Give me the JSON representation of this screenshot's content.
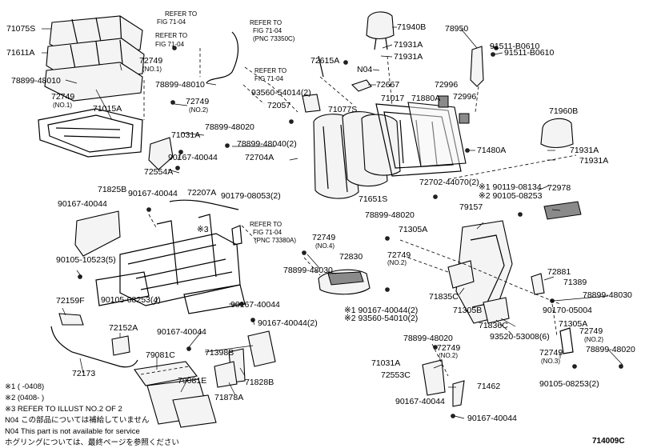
{
  "parts": [
    {
      "id": "p71075S",
      "text": "71075S"
    },
    {
      "id": "p71611A",
      "text": "71611A"
    },
    {
      "id": "p78899_48010a",
      "text": "78899-48010"
    },
    {
      "id": "p72749no1a",
      "text": "72749"
    },
    {
      "id": "p72749no1a_sub",
      "text": "(NO.1)"
    },
    {
      "id": "p71015A",
      "text": "71015A"
    },
    {
      "id": "refer1",
      "text": "REFER TO"
    },
    {
      "id": "refer1b",
      "text": "FIG 71-04"
    },
    {
      "id": "refer2",
      "text": "REFER TO"
    },
    {
      "id": "refer2b",
      "text": "FIG 71-04"
    },
    {
      "id": "refer3",
      "text": "REFER TO"
    },
    {
      "id": "refer3b",
      "text": "FIG 71-04"
    },
    {
      "id": "refer3c",
      "text": "(PNC 73350C)"
    },
    {
      "id": "p72749no1b",
      "text": "72749"
    },
    {
      "id": "p72749no1b_sub",
      "text": "(NO.1)"
    },
    {
      "id": "p78899_48010b",
      "text": "78899-48010"
    },
    {
      "id": "p72749no2a",
      "text": "72749"
    },
    {
      "id": "p72749no2a_sub",
      "text": "(NO.2)"
    },
    {
      "id": "p71031Aa",
      "text": "71031A"
    },
    {
      "id": "p78899_48020a",
      "text": "78899-48020"
    },
    {
      "id": "p90167_40044a",
      "text": "90167-40044"
    },
    {
      "id": "p72554A",
      "text": "72554A"
    },
    {
      "id": "refer4",
      "text": "REFER TO"
    },
    {
      "id": "refer4b",
      "text": "FIG 71-04"
    },
    {
      "id": "p72615A",
      "text": "72615A"
    },
    {
      "id": "p93560_54014",
      "text": "93560-54014(2)"
    },
    {
      "id": "p72057",
      "text": "72057"
    },
    {
      "id": "p78899_48040",
      "text": "78899-48040(2)"
    },
    {
      "id": "p72704A",
      "text": "72704A"
    },
    {
      "id": "p71940B",
      "text": "71940B"
    },
    {
      "id": "p71931Aa",
      "text": "71931A"
    },
    {
      "id": "p71931Ab",
      "text": "71931A"
    },
    {
      "id": "pN04",
      "text": "N04"
    },
    {
      "id": "p72667",
      "text": "72667"
    },
    {
      "id": "p71077S",
      "text": "71077S"
    },
    {
      "id": "p71017",
      "text": "71017"
    },
    {
      "id": "p71880A",
      "text": "71880A"
    },
    {
      "id": "p78950",
      "text": "78950"
    },
    {
      "id": "p91511_B0610a",
      "text": "91511-B0610"
    },
    {
      "id": "p91511_B0610b",
      "text": "91511-B0610"
    },
    {
      "id": "p72996a",
      "text": "72996"
    },
    {
      "id": "p72996b",
      "text": "72996"
    },
    {
      "id": "p71960B",
      "text": "71960B"
    },
    {
      "id": "p71480A",
      "text": "71480A"
    },
    {
      "id": "p71931Ac",
      "text": "71931A"
    },
    {
      "id": "p71931Ad",
      "text": "71931A"
    },
    {
      "id": "p71651S",
      "text": "71651S"
    },
    {
      "id": "p72702_44070",
      "text": "72702-44070(2)"
    },
    {
      "id": "p71825B",
      "text": "71825B"
    },
    {
      "id": "p90167_40044b",
      "text": "90167-40044"
    },
    {
      "id": "p72207A",
      "text": "72207A"
    },
    {
      "id": "p90179_08053",
      "text": "90179-08053(2)"
    },
    {
      "id": "p90167_40044c",
      "text": "90167-40044"
    },
    {
      "id": "mark3",
      "text": "※3"
    },
    {
      "id": "refer5",
      "text": "REFER TO"
    },
    {
      "id": "refer5b",
      "text": "FIG 71-04"
    },
    {
      "id": "refer5c",
      "text": "(PNC 73380A)"
    },
    {
      "id": "p90105_10523",
      "text": "90105-10523(5)"
    },
    {
      "id": "p72749no4",
      "text": "72749"
    },
    {
      "id": "p72749no4_sub",
      "text": "(NO.4)"
    },
    {
      "id": "p78899_48030a",
      "text": "78899-48030"
    },
    {
      "id": "p72830",
      "text": "72830"
    },
    {
      "id": "p90105_08253a",
      "text": "90105-08253(4)"
    },
    {
      "id": "p90167_40044d",
      "text": "90167-40044"
    },
    {
      "id": "p72159F",
      "text": "72159F"
    },
    {
      "id": "p72152A",
      "text": "72152A"
    },
    {
      "id": "p90167_40044e",
      "text": "90167-40044"
    },
    {
      "id": "p90167_40044f",
      "text": "90167-40044(2)"
    },
    {
      "id": "p71398B",
      "text": "71398B"
    },
    {
      "id": "p72173",
      "text": "72173"
    },
    {
      "id": "p79081C",
      "text": "79081C"
    },
    {
      "id": "p79081E",
      "text": "79081E"
    },
    {
      "id": "p71828B",
      "text": "71828B"
    },
    {
      "id": "p71878A",
      "text": "71878A"
    },
    {
      "id": "p90119_08134",
      "text": "※1 90119-08134"
    },
    {
      "id": "p90105_08253b",
      "text": "※2 90105-08253"
    },
    {
      "id": "p72978",
      "text": "72978"
    },
    {
      "id": "p78899_48020b",
      "text": "78899-48020"
    },
    {
      "id": "p79157",
      "text": "79157"
    },
    {
      "id": "p71305Aa",
      "text": "71305A"
    },
    {
      "id": "p72749no2b",
      "text": "72749"
    },
    {
      "id": "p72749no2b_sub",
      "text": "(NO.2)"
    },
    {
      "id": "p71835C",
      "text": "71835C"
    },
    {
      "id": "p90167_40044g",
      "text": "※1 90167-40044(2)"
    },
    {
      "id": "p93560_54010",
      "text": "※2 93560-54010(2)"
    },
    {
      "id": "p71305B",
      "text": "71305B"
    },
    {
      "id": "p93520_53008",
      "text": "93520-53008(6)"
    },
    {
      "id": "p71836C",
      "text": "71836C"
    },
    {
      "id": "p72881",
      "text": "72881"
    },
    {
      "id": "p71389",
      "text": "71389"
    },
    {
      "id": "p78899_48030b",
      "text": "78899-48030"
    },
    {
      "id": "p90170_05004",
      "text": "90170-05004"
    },
    {
      "id": "p71305Ab",
      "text": "71305A"
    },
    {
      "id": "p72749no2c",
      "text": "72749"
    },
    {
      "id": "p72749no2c_sub",
      "text": "(NO.2)"
    },
    {
      "id": "p78899_48020c",
      "text": "78899-48020"
    },
    {
      "id": "p72749no3",
      "text": "72749"
    },
    {
      "id": "p72749no3_sub",
      "text": "(NO.3)"
    },
    {
      "id": "p90105_08253c",
      "text": "90105-08253(2)"
    },
    {
      "id": "p78899_48020d",
      "text": "78899-48020"
    },
    {
      "id": "p72749no2d",
      "text": "72749"
    },
    {
      "id": "p72749no2d_sub",
      "text": "(NO.2)"
    },
    {
      "id": "p71031Ab",
      "text": "71031A"
    },
    {
      "id": "p72553C",
      "text": "72553C"
    },
    {
      "id": "p71462",
      "text": "71462"
    },
    {
      "id": "p90167_40044h",
      "text": "90167-40044"
    },
    {
      "id": "p90167_40044i",
      "text": "90167-40044"
    }
  ],
  "notes": [
    "※1 (      -0408)",
    "※2 (0408-      )",
    "※3 REFER TO ILLUST NO.2 OF 2",
    "N04 この部品については補給していません",
    "N04 This part is not available for service",
    "ホグリングについては、最終ページを参照ください"
  ],
  "illustration_code": "714009C"
}
